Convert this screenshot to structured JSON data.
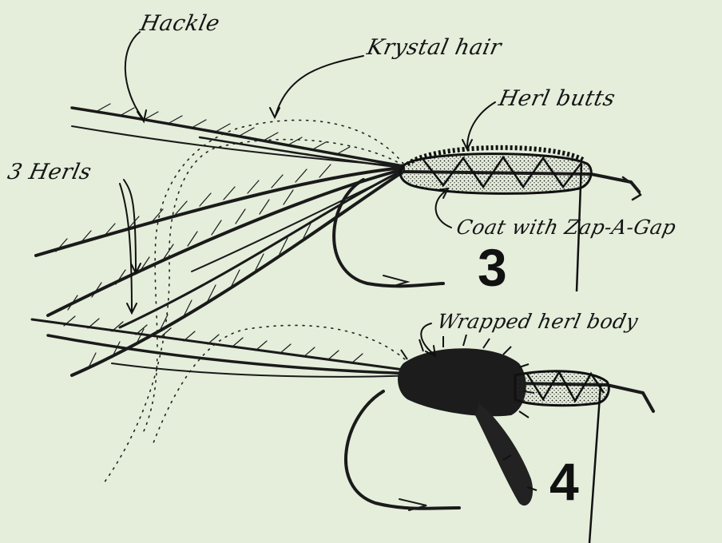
{
  "labels": {
    "hackle": "Hackle",
    "krystal_hair": "Krystal hair",
    "herl_butts": "Herl butts",
    "three_herls": "3 Herls",
    "coat": "Coat with Zap-A-Gap",
    "wrapped_body": "Wrapped herl body"
  },
  "steps": {
    "step3": "3",
    "step4": "4"
  },
  "colors": {
    "background": "#e4eedb",
    "ink": "#151515"
  }
}
